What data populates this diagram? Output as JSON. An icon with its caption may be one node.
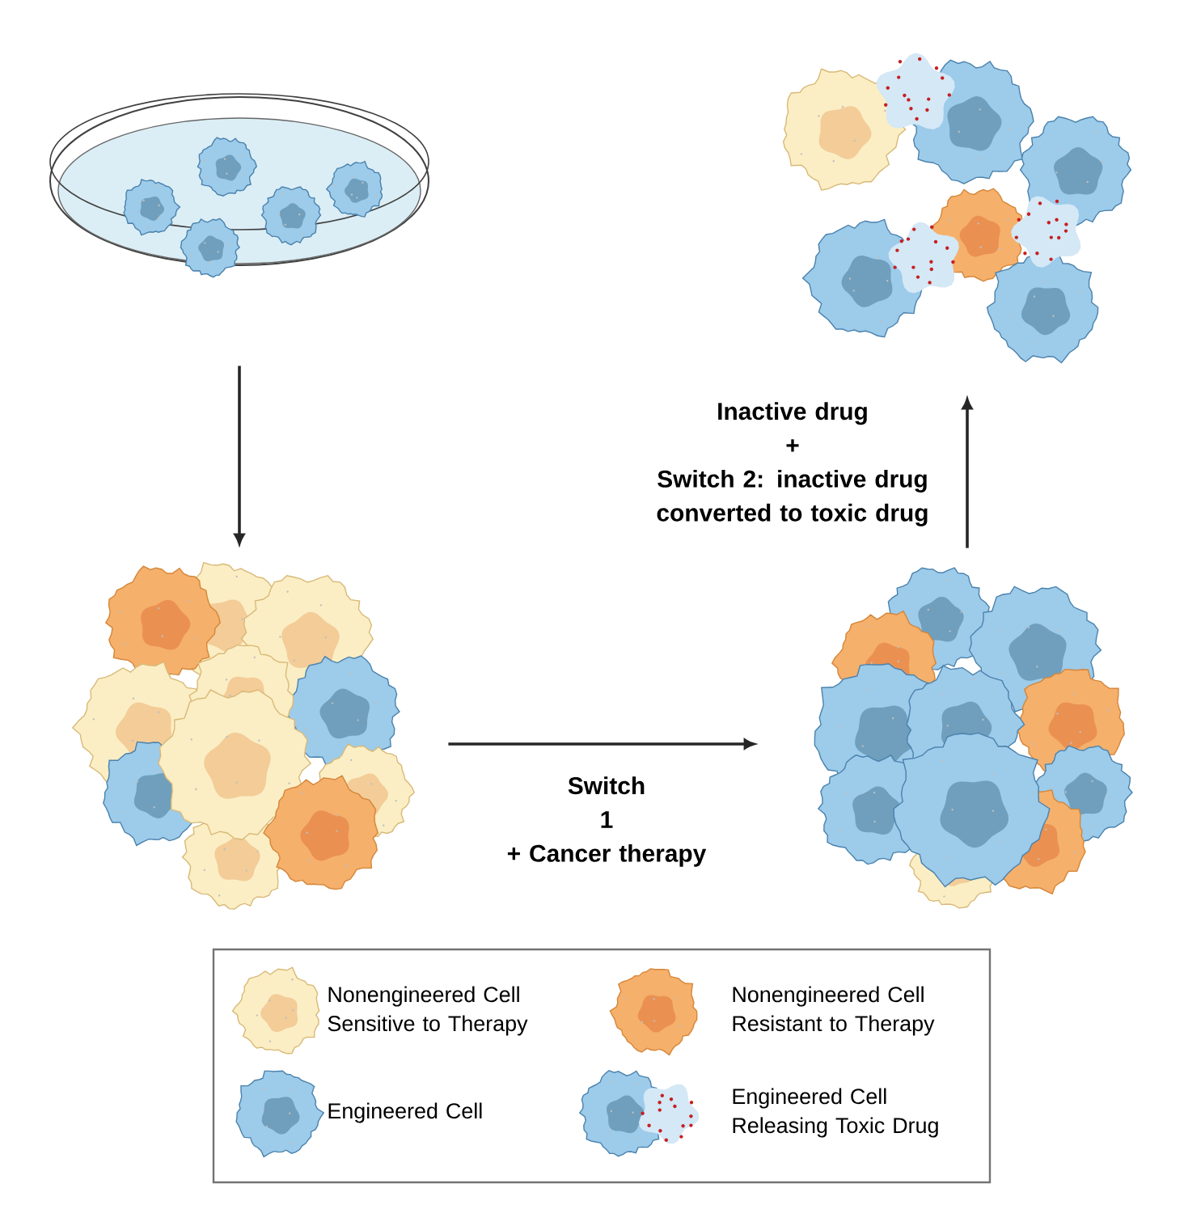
{
  "diagram": {
    "nodes": [
      {
        "text": [],
        "shape": "picture"
      },
      {
        "text": [],
        "shape": "picture"
      },
      {
        "text": [],
        "shape": "picture"
      },
      {
        "text": [],
        "shape": "picture"
      }
    ],
    "edges": [
      {
        "from": 0,
        "to": 1,
        "arrow": "to"
      },
      {
        "from": 1,
        "to": 2,
        "arrow": "to",
        "label": "Switch 1 + Cancer therapy"
      },
      {
        "from": 2,
        "to": 3,
        "arrow": "to",
        "label": "Inactive drug + Switch 2: inactive drug converted to toxic drug"
      }
    ],
    "legend": [
      {
        "text": "Nonengineered Cell Sensitive to Therapy"
      },
      {
        "text": "Nonengineered Cell Resistant to Therapy"
      },
      {
        "text": "Engineered Cell"
      },
      {
        "text": "Engineered Cell Releasing Toxic Drug"
      }
    ]
  }
}
